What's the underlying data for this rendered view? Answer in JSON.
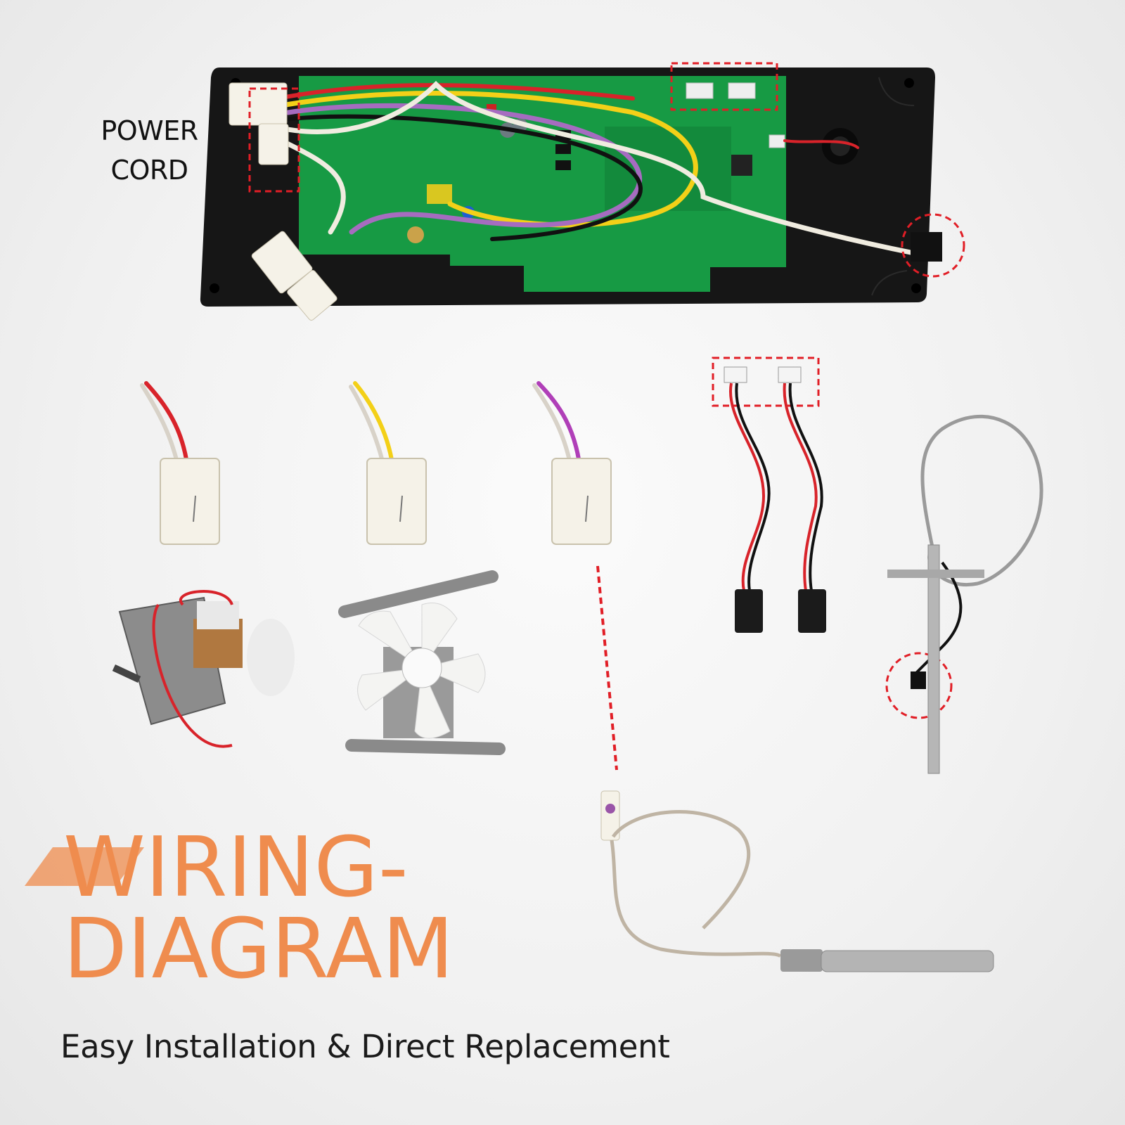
{
  "callout": {
    "power_cord": [
      "POWER",
      "CORD"
    ]
  },
  "title": [
    "WIRING-",
    "DIAGRAM"
  ],
  "subtitle": "Easy Installation & Direct Replacement",
  "colors": {
    "accent": "#ef8c4e",
    "pcb": "#17a34a",
    "panel": "#161616",
    "wire_red": "#d8232a",
    "wire_yellow": "#f3d018",
    "wire_purple": "#b03fb8",
    "callout_dash": "#e11e26"
  }
}
